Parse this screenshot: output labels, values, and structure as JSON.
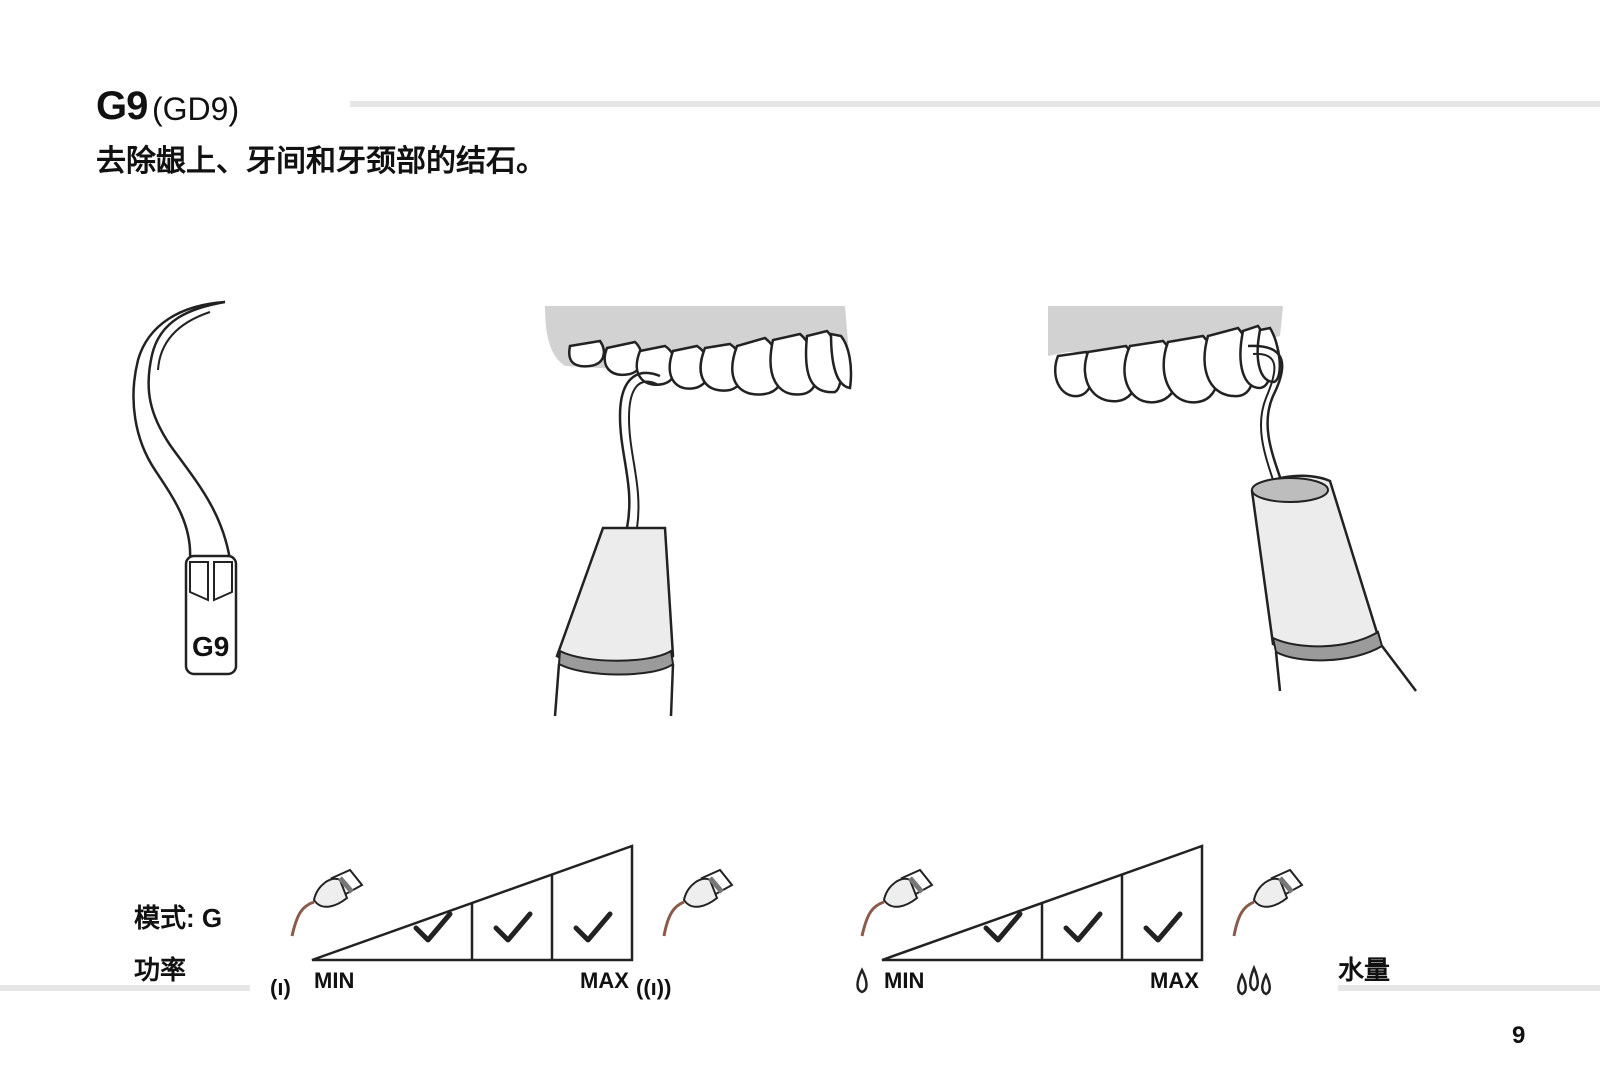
{
  "header": {
    "code": "G9",
    "code_paren": "(GD9)",
    "description": "去除龈上、牙间和牙颈部的结石。"
  },
  "tip": {
    "engraving": "G9"
  },
  "settings": {
    "mode_label": "模式: G",
    "power_label": "功率",
    "water_label": "水量",
    "power_scale": {
      "min_label": "MIN",
      "max_label": "MAX",
      "checked_segments": [
        2,
        3,
        4
      ],
      "total_segments": 4
    },
    "water_scale": {
      "min_label": "MIN",
      "max_label": "MAX",
      "checked_segments": [
        2,
        3,
        4
      ],
      "total_segments": 4
    }
  },
  "footer": {
    "page_number": "9"
  }
}
